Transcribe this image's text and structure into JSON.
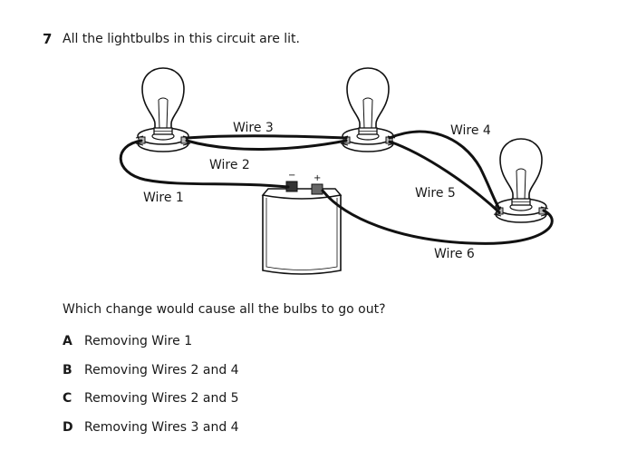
{
  "question": {
    "number": "7",
    "stem": "All the lightbulbs in this circuit are lit.",
    "prompt": "Which change would cause all the bulbs to go out?"
  },
  "wires": {
    "wire1": "Wire 1",
    "wire2": "Wire 2",
    "wire3": "Wire 3",
    "wire4": "Wire 4",
    "wire5": "Wire 5",
    "wire6": "Wire 6"
  },
  "battery": {
    "negative": "−",
    "positive": "+"
  },
  "choices": [
    {
      "letter": "A",
      "text": "Removing Wire 1"
    },
    {
      "letter": "B",
      "text": "Removing Wires 2 and 4"
    },
    {
      "letter": "C",
      "text": "Removing Wires 2 and 5"
    },
    {
      "letter": "D",
      "text": "Removing Wires 3 and 4"
    }
  ]
}
